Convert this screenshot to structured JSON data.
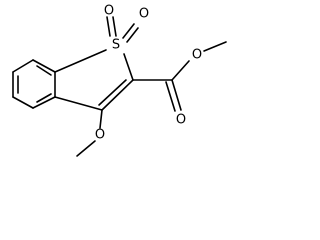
{
  "molecule": {
    "atoms": {
      "S": "S",
      "O_s1": "O",
      "O_s2": "O",
      "O_carbonyl": "O",
      "O_ester": "O",
      "O_methoxy": "O"
    }
  }
}
